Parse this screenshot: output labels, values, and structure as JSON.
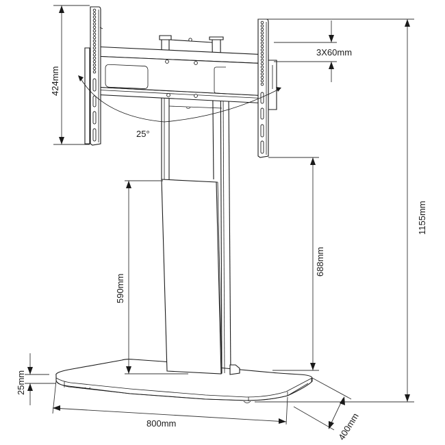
{
  "diagram": {
    "subject": "TV floor stand with tilting VESA mount bracket",
    "line_color": "#1a1a1a",
    "background": "#ffffff"
  },
  "dimensions": {
    "bracket_height": "424mm",
    "tilt_angle": "25°",
    "height_adjust_step": "3X60mm",
    "total_height": "1155mm",
    "column_height_to_bracket": "688mm",
    "cover_height": "590mm",
    "base_thickness": "25mm",
    "base_width": "800mm",
    "base_depth": "400mm"
  }
}
